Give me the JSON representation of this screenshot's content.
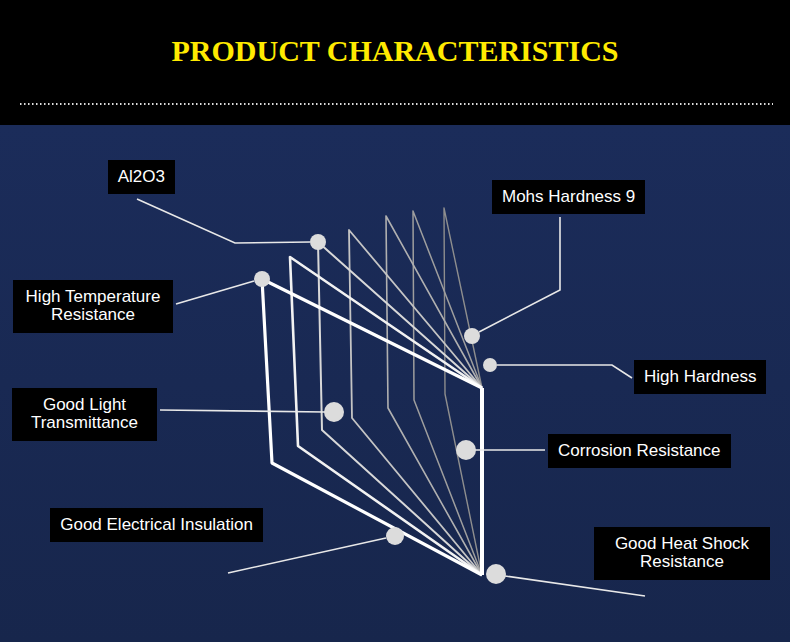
{
  "diagram": {
    "title": "PRODUCT CHARACTERISTICS",
    "nodes": [
      {
        "text": [
          "Al2O3"
        ]
      },
      {
        "text": [
          "Mohs Hardness 9"
        ]
      },
      {
        "text": [
          "High Temperature Resistance"
        ]
      },
      {
        "text": [
          "High Hardness"
        ]
      },
      {
        "text": [
          "Good Light Transmittance"
        ]
      },
      {
        "text": [
          "Corrosion Resistance"
        ]
      },
      {
        "text": [
          "Good Electrical Insulation"
        ]
      },
      {
        "text": [
          "Good Heat Shock Resistance"
        ]
      }
    ]
  }
}
